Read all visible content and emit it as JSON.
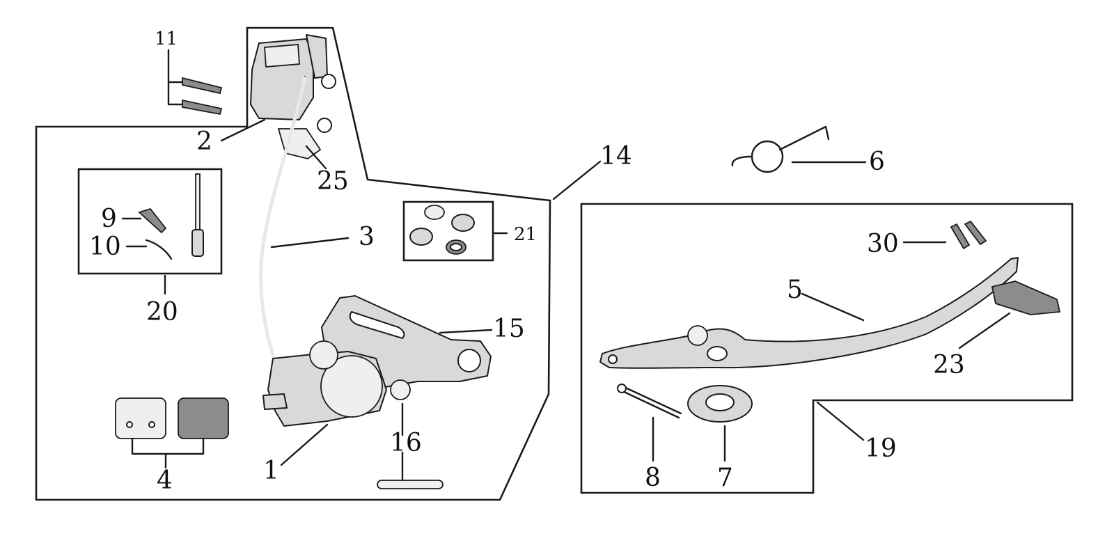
{
  "callouts": {
    "c1": "1",
    "c2": "2",
    "c3": "3",
    "c4": "4",
    "c5": "5",
    "c6": "6",
    "c7": "7",
    "c8": "8",
    "c9": "9",
    "c10": "10",
    "c11": "11",
    "c14": "14",
    "c15": "15",
    "c16": "16",
    "c19": "19",
    "c20": "20",
    "c21": "21",
    "c23": "23",
    "c25": "25",
    "c30": "30"
  },
  "colors": {
    "outline": "#1a1a1a",
    "part_fill": "#d9d9d9",
    "background": "#ffffff"
  }
}
